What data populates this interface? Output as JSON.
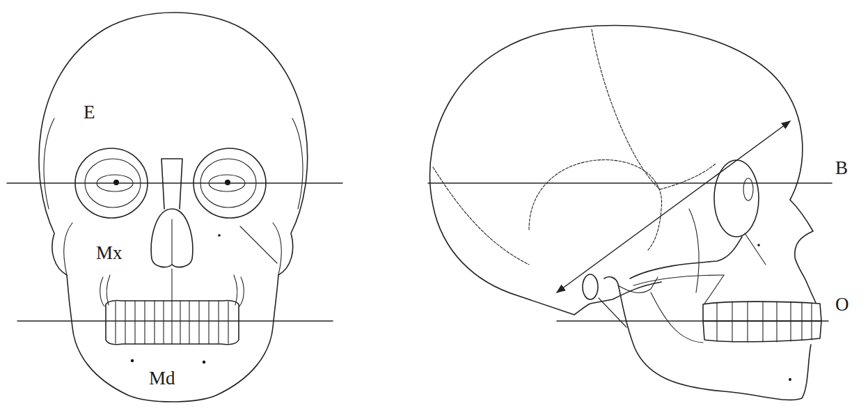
{
  "diagram": {
    "labels": [
      "E",
      "Mx",
      "Md",
      "B",
      "O"
    ]
  }
}
